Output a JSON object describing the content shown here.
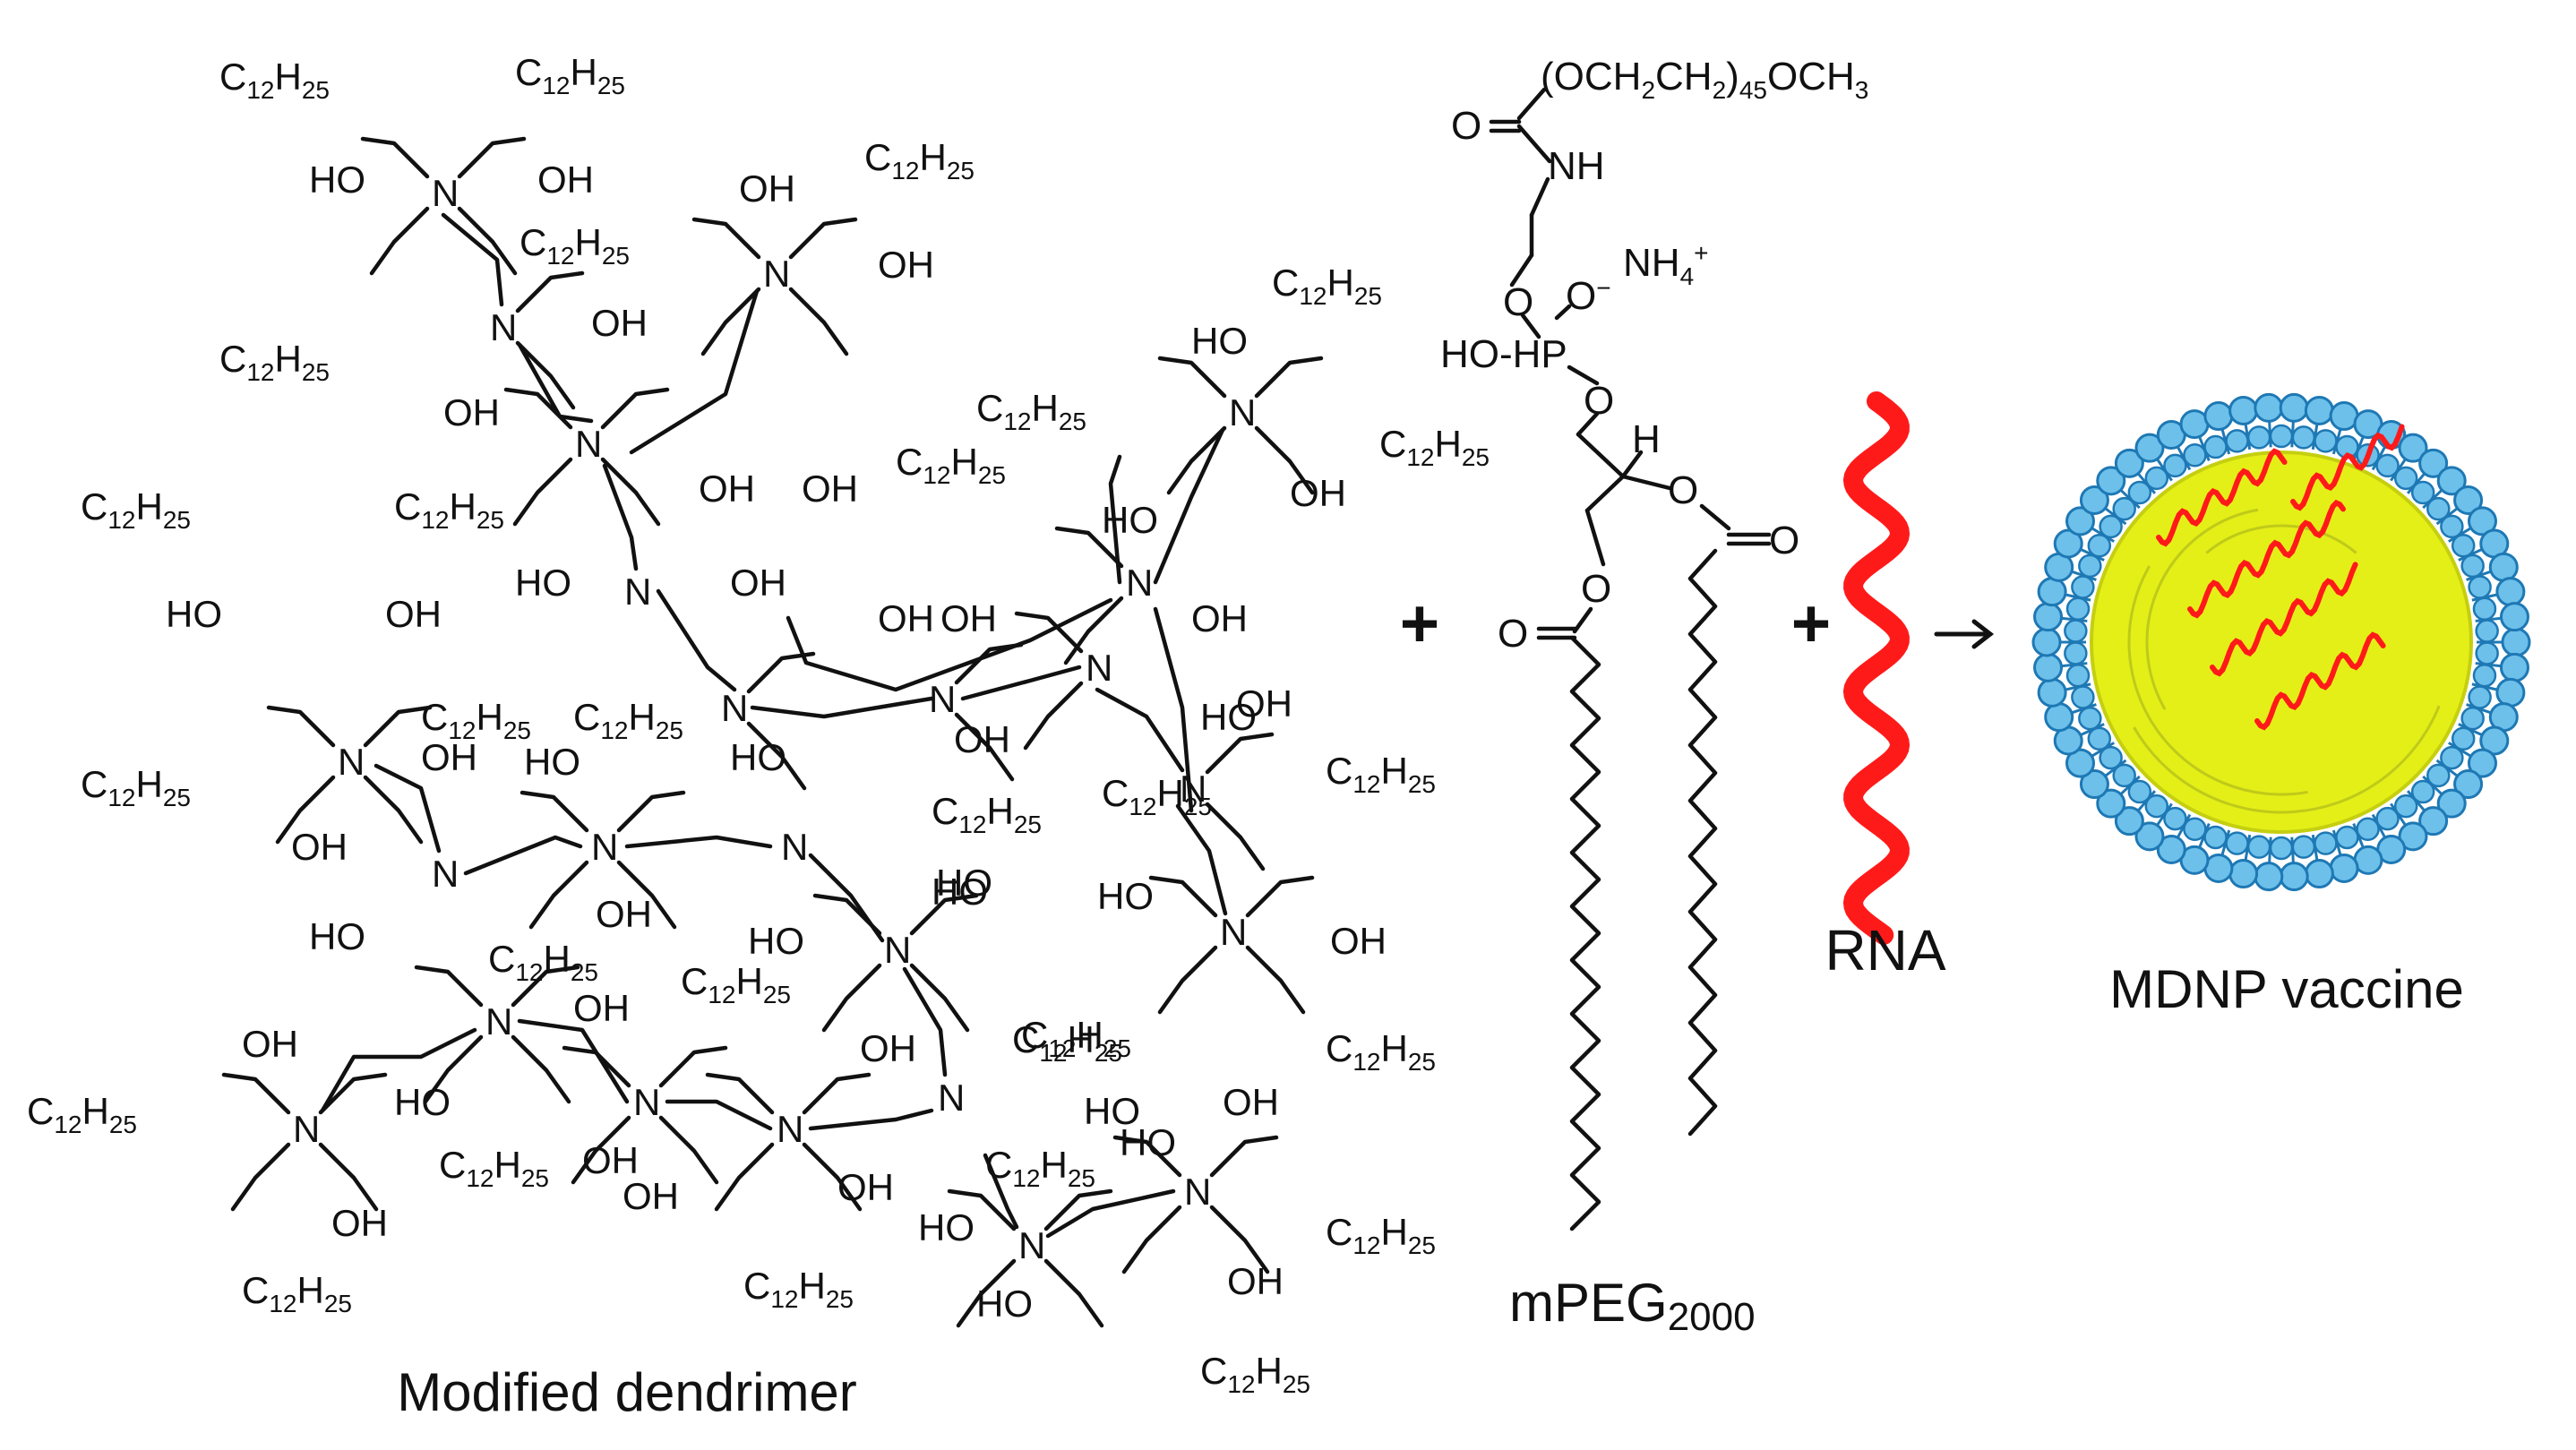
{
  "figure": {
    "operators": {
      "plus": "+",
      "arrow": "→"
    },
    "colors": {
      "bond": "#111111",
      "rna": "#ff1a1a",
      "core": "#e4ef18",
      "core_rim": "#c5cf10",
      "lipid_head": "#6cc0ea",
      "lipid_head_edge": "#1e78b4",
      "lipid_tail": "#1e78b4",
      "inner_lamella": "#9aa61a"
    },
    "dendrimer": {
      "caption": "Modified dendrimer",
      "atom_labels": {
        "c12h25": "C12H25",
        "c12_prefix": "C",
        "c12_sub": "12",
        "h25_prefix": "H",
        "h25_sub": "25",
        "hydroxyl": "OH",
        "hydroxyl_rev": "HO",
        "nitrogen": "N"
      }
    },
    "mpeg": {
      "caption_main": "mPEG",
      "caption_sub": "2000",
      "peg_chain": "(OCH2CH2)45OCH3",
      "peg_prefix": "(OCH",
      "peg_sub1": "2",
      "peg_mid": "CH",
      "peg_sub2": "2",
      "peg_close": ")",
      "peg_sub3": "45",
      "peg_tail": "OCH",
      "peg_sub4": "3",
      "carbonyl_o": "O",
      "amide": "NH",
      "ammonium": "NH4+",
      "ammonium_main": "NH",
      "ammonium_sub": "4",
      "ammonium_sup": "+",
      "oxygen": "O",
      "oxide": "O-",
      "phosphate_group": "HO-HP",
      "stereo_h": "H"
    },
    "rna": {
      "label": "RNA"
    },
    "product": {
      "label": "MDNP vaccine"
    }
  }
}
